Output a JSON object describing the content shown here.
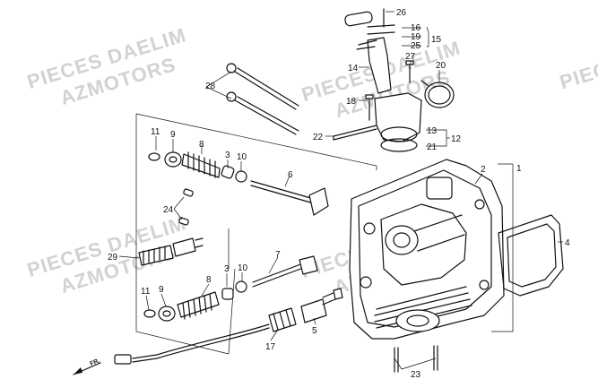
{
  "watermarks": [
    {
      "line1": "PIECES DAELIM",
      "line2": "AZMOTORS"
    },
    {
      "line1": "PIECES DAELIM",
      "line2": "AZMOTORS"
    },
    {
      "line1": "PIECES DAELIM",
      "line2": "AZMOTORS"
    },
    {
      "line1": "PIECES DAELIM",
      "line2": "AZMOTORS"
    },
    {
      "line1": "PIECES",
      "line2": ""
    }
  ],
  "direction_label": "FR.",
  "callouts": [
    {
      "id": "1",
      "label": "1"
    },
    {
      "id": "2",
      "label": "2"
    },
    {
      "id": "3a",
      "label": "3"
    },
    {
      "id": "3b",
      "label": "3"
    },
    {
      "id": "4",
      "label": "4"
    },
    {
      "id": "5",
      "label": "5"
    },
    {
      "id": "6",
      "label": "6"
    },
    {
      "id": "7",
      "label": "7"
    },
    {
      "id": "8a",
      "label": "8"
    },
    {
      "id": "8b",
      "label": "8"
    },
    {
      "id": "9a",
      "label": "9"
    },
    {
      "id": "9b",
      "label": "9"
    },
    {
      "id": "10a",
      "label": "10"
    },
    {
      "id": "10b",
      "label": "10"
    },
    {
      "id": "11a",
      "label": "11"
    },
    {
      "id": "11b",
      "label": "11"
    },
    {
      "id": "12",
      "label": "12"
    },
    {
      "id": "13",
      "label": "13"
    },
    {
      "id": "14",
      "label": "14"
    },
    {
      "id": "15",
      "label": "15"
    },
    {
      "id": "16",
      "label": "16"
    },
    {
      "id": "17",
      "label": "17"
    },
    {
      "id": "18",
      "label": "18"
    },
    {
      "id": "19",
      "label": "19"
    },
    {
      "id": "20",
      "label": "20"
    },
    {
      "id": "21",
      "label": "21"
    },
    {
      "id": "22",
      "label": "22"
    },
    {
      "id": "23",
      "label": "23"
    },
    {
      "id": "24",
      "label": "24"
    },
    {
      "id": "25",
      "label": "25"
    },
    {
      "id": "26",
      "label": "26"
    },
    {
      "id": "27",
      "label": "27"
    },
    {
      "id": "28",
      "label": "28"
    },
    {
      "id": "29",
      "label": "29"
    }
  ]
}
